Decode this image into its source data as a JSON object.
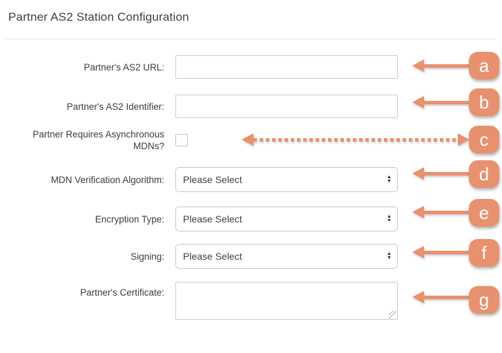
{
  "page": {
    "title": "Partner AS2 Station Configuration"
  },
  "theme": {
    "accent_color": "#e8916e",
    "field_border_color": "#cbcbcb",
    "label_color": "#3b3b3b",
    "divider_color": "#e5e5e5"
  },
  "form": {
    "fields": [
      {
        "id": "partners_as2_url",
        "label": "Partner's AS2 URL:",
        "type": "text",
        "value": ""
      },
      {
        "id": "partners_as2_identifier",
        "label": "Partner's AS2 Identifier:",
        "type": "text",
        "value": ""
      },
      {
        "id": "partner_requires_async_mdns",
        "label": "Partner Requires Asynchronous MDNs?",
        "type": "checkbox",
        "checked": false
      },
      {
        "id": "mdn_verification_algorithm",
        "label": "MDN Verification Algorithm:",
        "type": "select",
        "value": "Please Select"
      },
      {
        "id": "encryption_type",
        "label": "Encryption Type:",
        "type": "select",
        "value": "Please Select"
      },
      {
        "id": "signing",
        "label": "Signing:",
        "type": "select",
        "value": "Please Select"
      },
      {
        "id": "partners_certificate",
        "label": "Partner's Certificate:",
        "type": "textarea",
        "value": ""
      }
    ]
  },
  "annotations": {
    "badges": [
      {
        "label": "a"
      },
      {
        "label": "b"
      },
      {
        "label": "c"
      },
      {
        "label": "d"
      },
      {
        "label": "e"
      },
      {
        "label": "f"
      },
      {
        "label": "g"
      }
    ]
  }
}
